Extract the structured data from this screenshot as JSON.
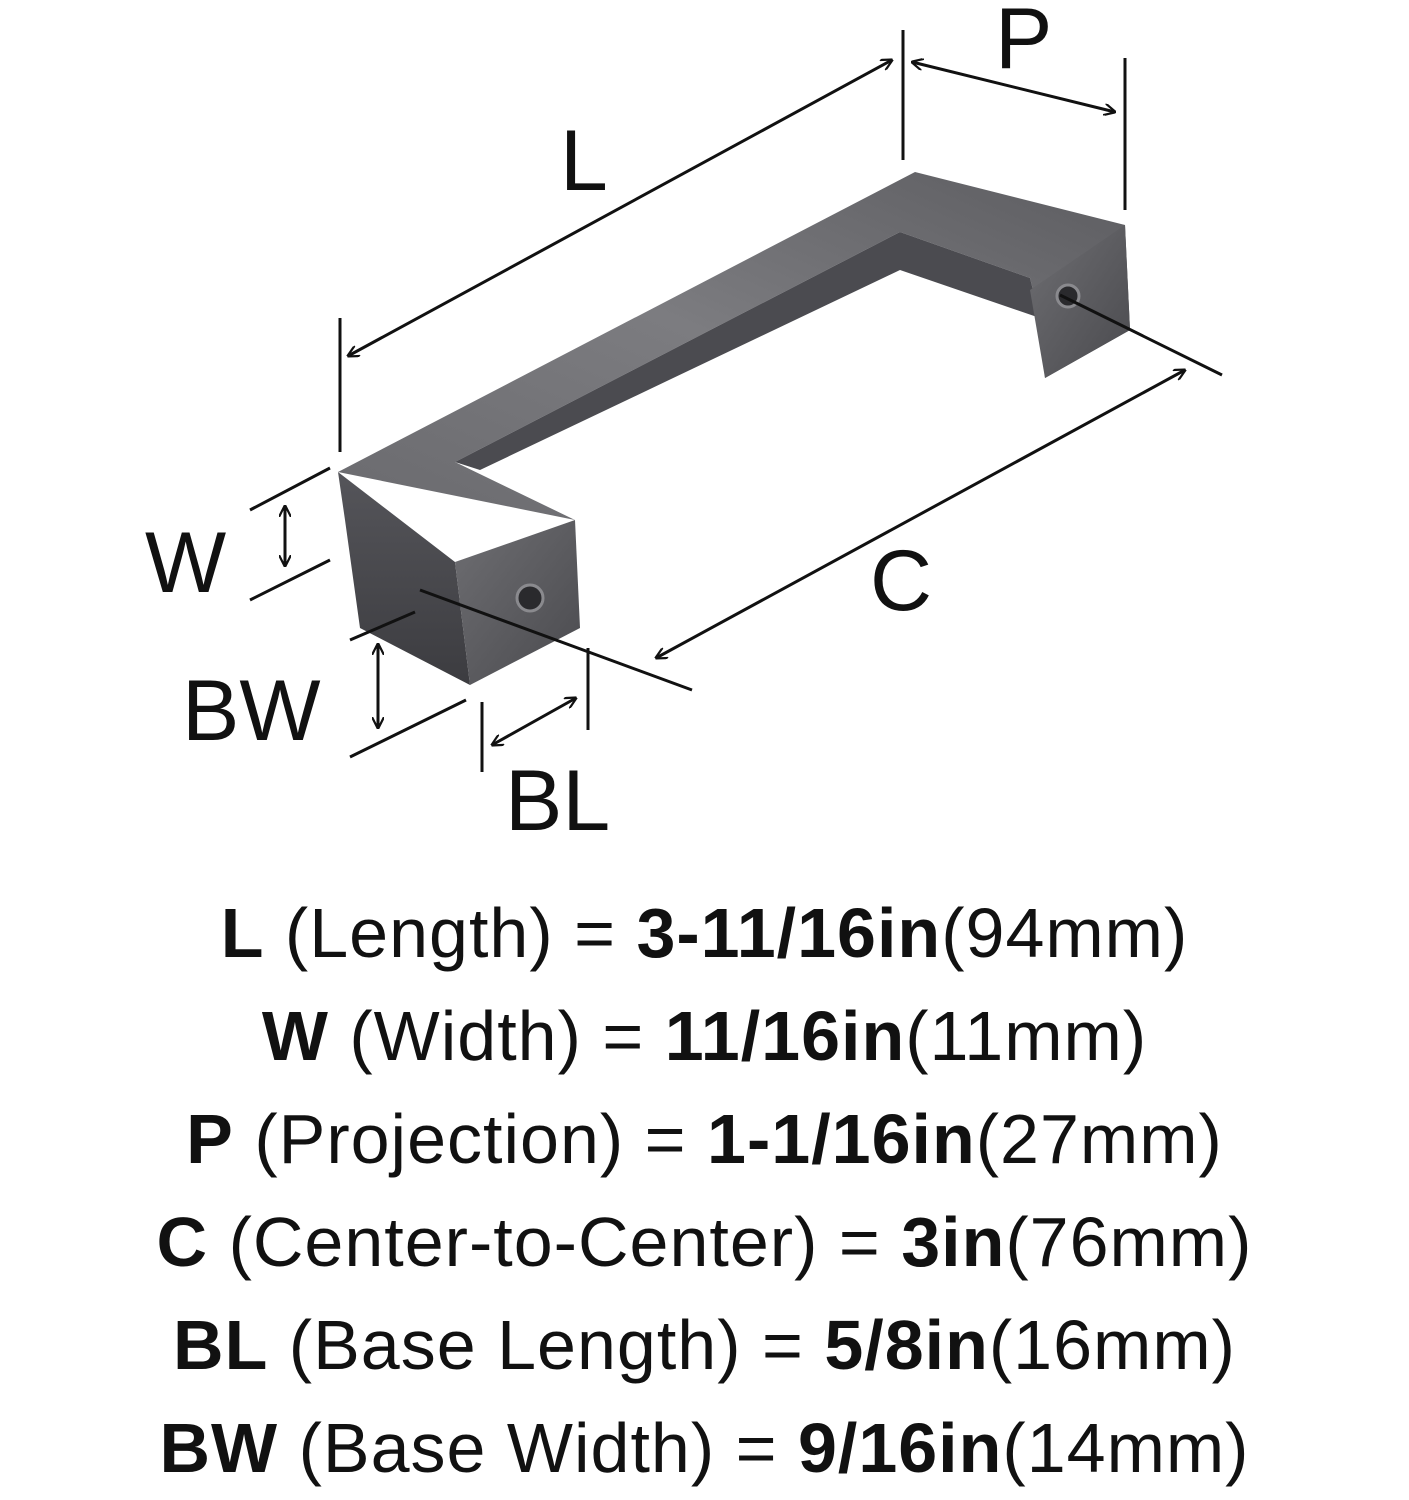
{
  "diagram": {
    "labels": {
      "L": "L",
      "P": "P",
      "W": "W",
      "C": "C",
      "BW": "BW",
      "BL": "BL"
    },
    "colors": {
      "handle": "#5e5e62",
      "handle_dark": "#3f3f43",
      "handle_light": "#8a8a8e",
      "lines": "#111111"
    }
  },
  "specs": [
    {
      "code": "L",
      "desc": "(Length)",
      "eq": "=",
      "value": "3-11/16in",
      "metric": "(94mm)"
    },
    {
      "code": "W",
      "desc": "(Width)",
      "eq": "=",
      "value": "11/16in",
      "metric": "(11mm)"
    },
    {
      "code": "P",
      "desc": "(Projection)",
      "eq": "=",
      "value": "1-1/16in",
      "metric": "(27mm)"
    },
    {
      "code": "C",
      "desc": "(Center-to-Center)",
      "eq": "=",
      "value": "3in",
      "metric": "(76mm)"
    },
    {
      "code": "BL",
      "desc": "(Base Length)",
      "eq": "=",
      "value": "5/8in",
      "metric": "(16mm)"
    },
    {
      "code": "BW",
      "desc": "(Base Width)",
      "eq": "=",
      "value": "9/16in",
      "metric": "(14mm)"
    }
  ]
}
